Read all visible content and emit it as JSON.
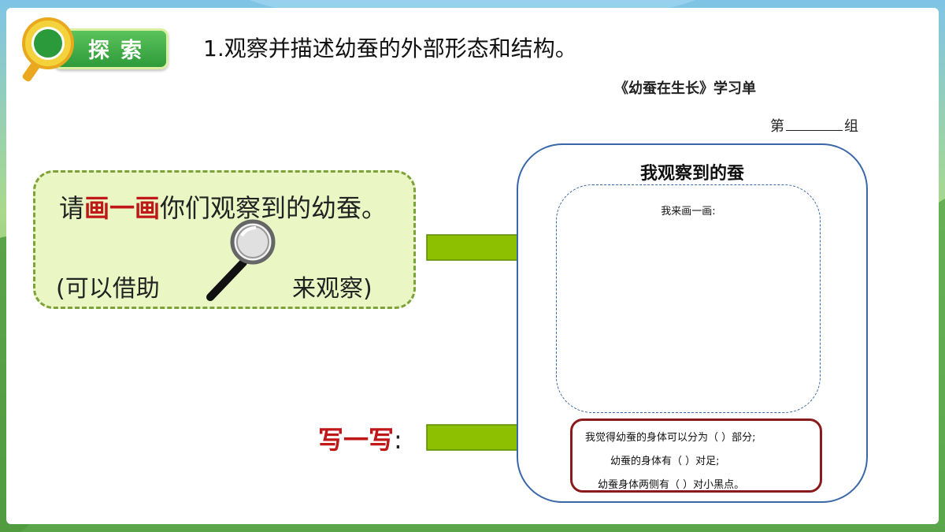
{
  "badge": {
    "label": "探索"
  },
  "heading": "1.观察并描述幼蚕的外部形态和结构。",
  "worksheet": {
    "title": "《幼蚕在生长》学习单",
    "group_prefix": "第",
    "group_suffix": "组",
    "box_heading": "我观察到的蚕",
    "draw_label": "我来画一画:",
    "write_lines": [
      "我觉得幼蚕的身体可以分为（  ）部分;",
      "幼蚕的身体有（  ）对足;",
      "幼蚕身体两侧有（  ）对小黑点。"
    ]
  },
  "instruction": {
    "line1_prefix": "请",
    "line1_highlight": "画一画",
    "line1_suffix": "你们观察到的幼蚕。",
    "line2_prefix": "(可以借助",
    "line2_suffix": "来观察)"
  },
  "write_prompt": {
    "label": "写一写",
    "colon": ":"
  },
  "colors": {
    "accent_green": "#2e9a3a",
    "highlight_red": "#c01818",
    "arrow_green": "#8cc000",
    "border_blue": "#3a67a8",
    "write_border": "#8b1a1a",
    "instruction_bg": "#eaf7c4"
  },
  "icons": {
    "badge": "magnifier-badge-icon",
    "tool": "magnifying-glass-icon",
    "arrows": "right-arrow-icon"
  }
}
